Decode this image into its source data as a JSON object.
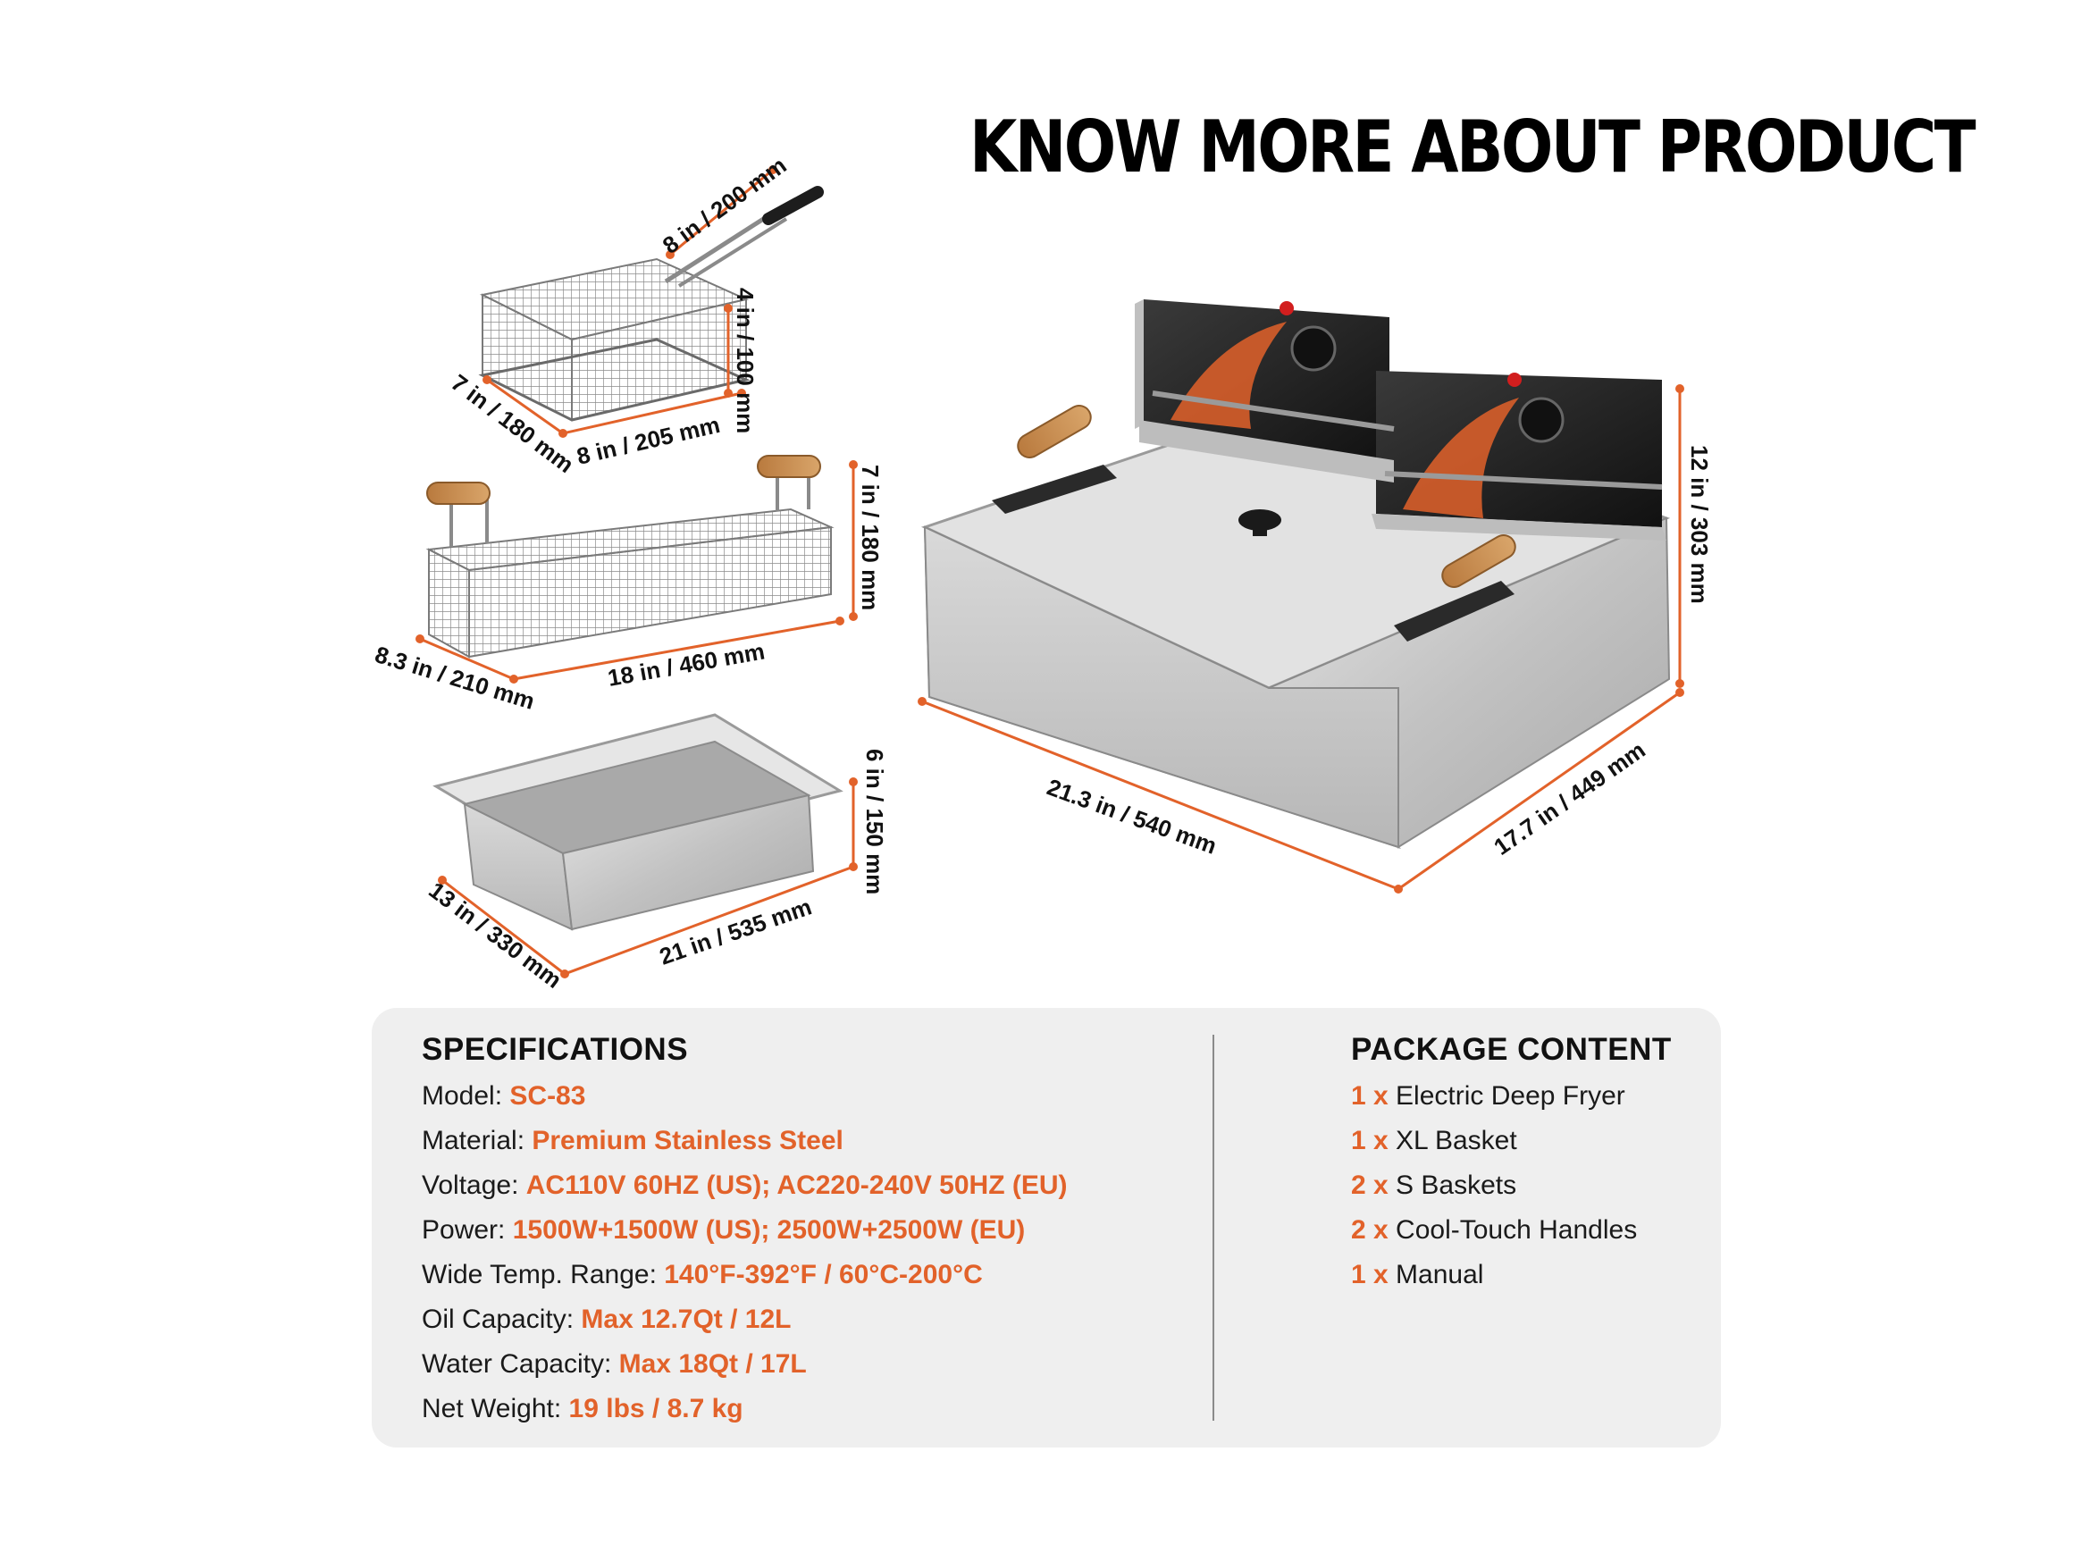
{
  "header": {
    "title": "KNOW MORE ABOUT PRODUCT"
  },
  "colors": {
    "accent": "#e2622a",
    "panel": "#efefef",
    "steel": "#c9c9c9"
  },
  "dimensions": {
    "small_basket": {
      "handle": "8 in / 200 mm",
      "height": "4 in / 100 mm",
      "depth": "7 in / 180 mm",
      "width": "8 in / 205 mm"
    },
    "xl_basket": {
      "height": "7 in / 180 mm",
      "depth": "8.3 in / 210 mm",
      "width": "18 in / 460 mm"
    },
    "tank": {
      "height": "6 in / 150 mm",
      "depth": "13 in / 330 mm",
      "width": "21 in / 535 mm"
    },
    "fryer": {
      "height": "12 in / 303 mm",
      "width": "21.3 in / 540 mm",
      "depth": "17.7 in / 449 mm"
    }
  },
  "specifications": {
    "heading": "SPECIFICATIONS",
    "rows": [
      {
        "label": "Model: ",
        "value": "SC-83"
      },
      {
        "label": "Material: ",
        "value": "Premium Stainless Steel"
      },
      {
        "label": "Voltage: ",
        "value": "AC110V 60HZ (US); AC220-240V 50HZ (EU)"
      },
      {
        "label": "Power: ",
        "value": "1500W+1500W (US); 2500W+2500W (EU)"
      },
      {
        "label": "Wide Temp. Range: ",
        "value": "140°F-392°F / 60°C-200°C"
      },
      {
        "label": "Oil Capacity: ",
        "value": "Max 12.7Qt / 12L"
      },
      {
        "label": "Water Capacity: ",
        "value": "Max 18Qt / 17L"
      },
      {
        "label": "Net Weight: ",
        "value": "19 lbs / 8.7 kg"
      }
    ]
  },
  "package": {
    "heading": "PACKAGE CONTENT",
    "items": [
      {
        "qty": "1 x ",
        "name": "Electric Deep Fryer"
      },
      {
        "qty": "1 x ",
        "name": "XL Basket"
      },
      {
        "qty": "2 x ",
        "name": "S Baskets"
      },
      {
        "qty": "2 x ",
        "name": "Cool-Touch Handles"
      },
      {
        "qty": "1 x ",
        "name": "Manual"
      }
    ]
  }
}
